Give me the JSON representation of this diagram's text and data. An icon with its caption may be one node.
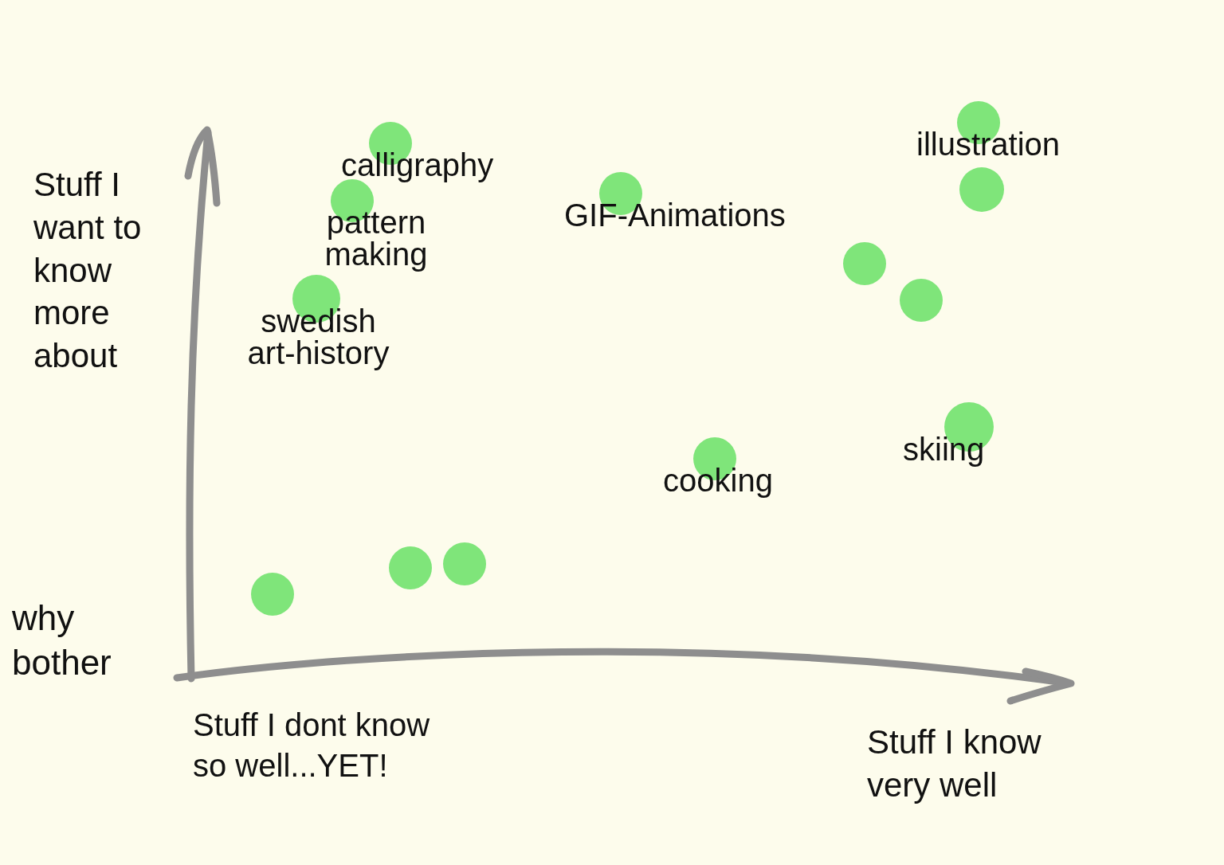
{
  "diagram": {
    "nodes": [
      {
        "text": [
          "calligraphy"
        ]
      },
      {
        "text": [
          "illustration"
        ]
      },
      {
        "text": [],
        "shape": "circle"
      },
      {
        "text": [
          "pattern making"
        ]
      },
      {
        "text": [
          "GIF-Animations"
        ]
      },
      {
        "text": [],
        "shape": "circle"
      },
      {
        "text": [],
        "shape": "circle"
      },
      {
        "text": [
          "swedish art-history"
        ]
      },
      {
        "text": [
          "skiing"
        ]
      },
      {
        "text": [
          "cooking"
        ]
      },
      {
        "text": [],
        "shape": "circle"
      },
      {
        "text": [],
        "shape": "circle"
      },
      {
        "text": [],
        "shape": "circle"
      }
    ],
    "labels": [
      "Stuff I want to know more about",
      "why bother",
      "Stuff I dont know so well...YET!",
      "Stuff I know very well"
    ]
  }
}
